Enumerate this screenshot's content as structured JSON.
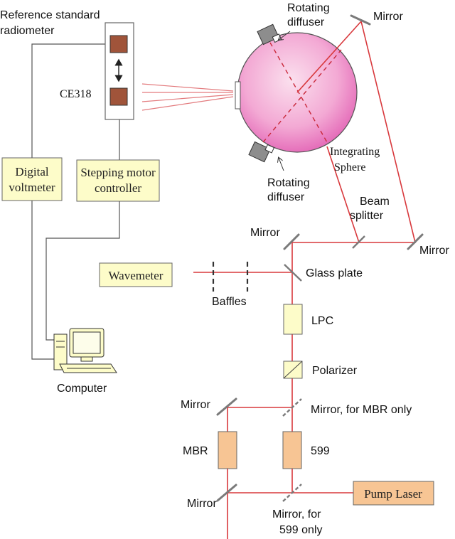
{
  "colors": {
    "beam": "#d8383c",
    "wire": "#555555",
    "yellow_box": "#fdfcc9",
    "orange_box": "#f7c594",
    "sphere_center": "#f9cfe6",
    "sphere_edge": "#e261b4",
    "detector": "#a0543a",
    "diffuser": "#8d8d8d",
    "mirror": "#7a7a7a"
  },
  "labels": {
    "ref_radiometer_line1": "Reference standard",
    "ref_radiometer_line2": "radiometer",
    "ce318": "CE318",
    "rot_diffuser_top_1": "Rotating",
    "rot_diffuser_top_2": "diffuser",
    "rot_diffuser_bottom_1": "Rotating",
    "rot_diffuser_bottom_2": "diffuser",
    "mirror_top_right": "Mirror",
    "integrating_1": "Integrating",
    "integrating_2": "Sphere",
    "beam_splitter_1": "Beam",
    "beam_splitter_2": "splitter",
    "mirror_mid_left": "Mirror",
    "mirror_right": "Mirror",
    "glass_plate": "Glass plate",
    "baffles": "Baffles",
    "lpc": "LPC",
    "polarizer": "Polarizer",
    "mirror_mbr_top": "Mirror",
    "mirror_mbr_only": "Mirror, for MBR only",
    "mbr": "MBR",
    "dye_599": "599",
    "mirror_bottom_left": "Mirror",
    "mirror_599_only_1": "Mirror, for",
    "mirror_599_only_2": "599 only",
    "computer": "Computer"
  },
  "boxes": {
    "digital_voltmeter_1": "Digital",
    "digital_voltmeter_2": "voltmeter",
    "stepping_motor_1": "Stepping motor",
    "stepping_motor_2": "controller",
    "wavemeter": "Wavemeter",
    "pump_laser": "Pump Laser"
  },
  "icons": [
    "computer-icon",
    "detector-icon",
    "diffuser-icon",
    "mirror-icon",
    "baffle-icon",
    "polarizer-icon"
  ]
}
